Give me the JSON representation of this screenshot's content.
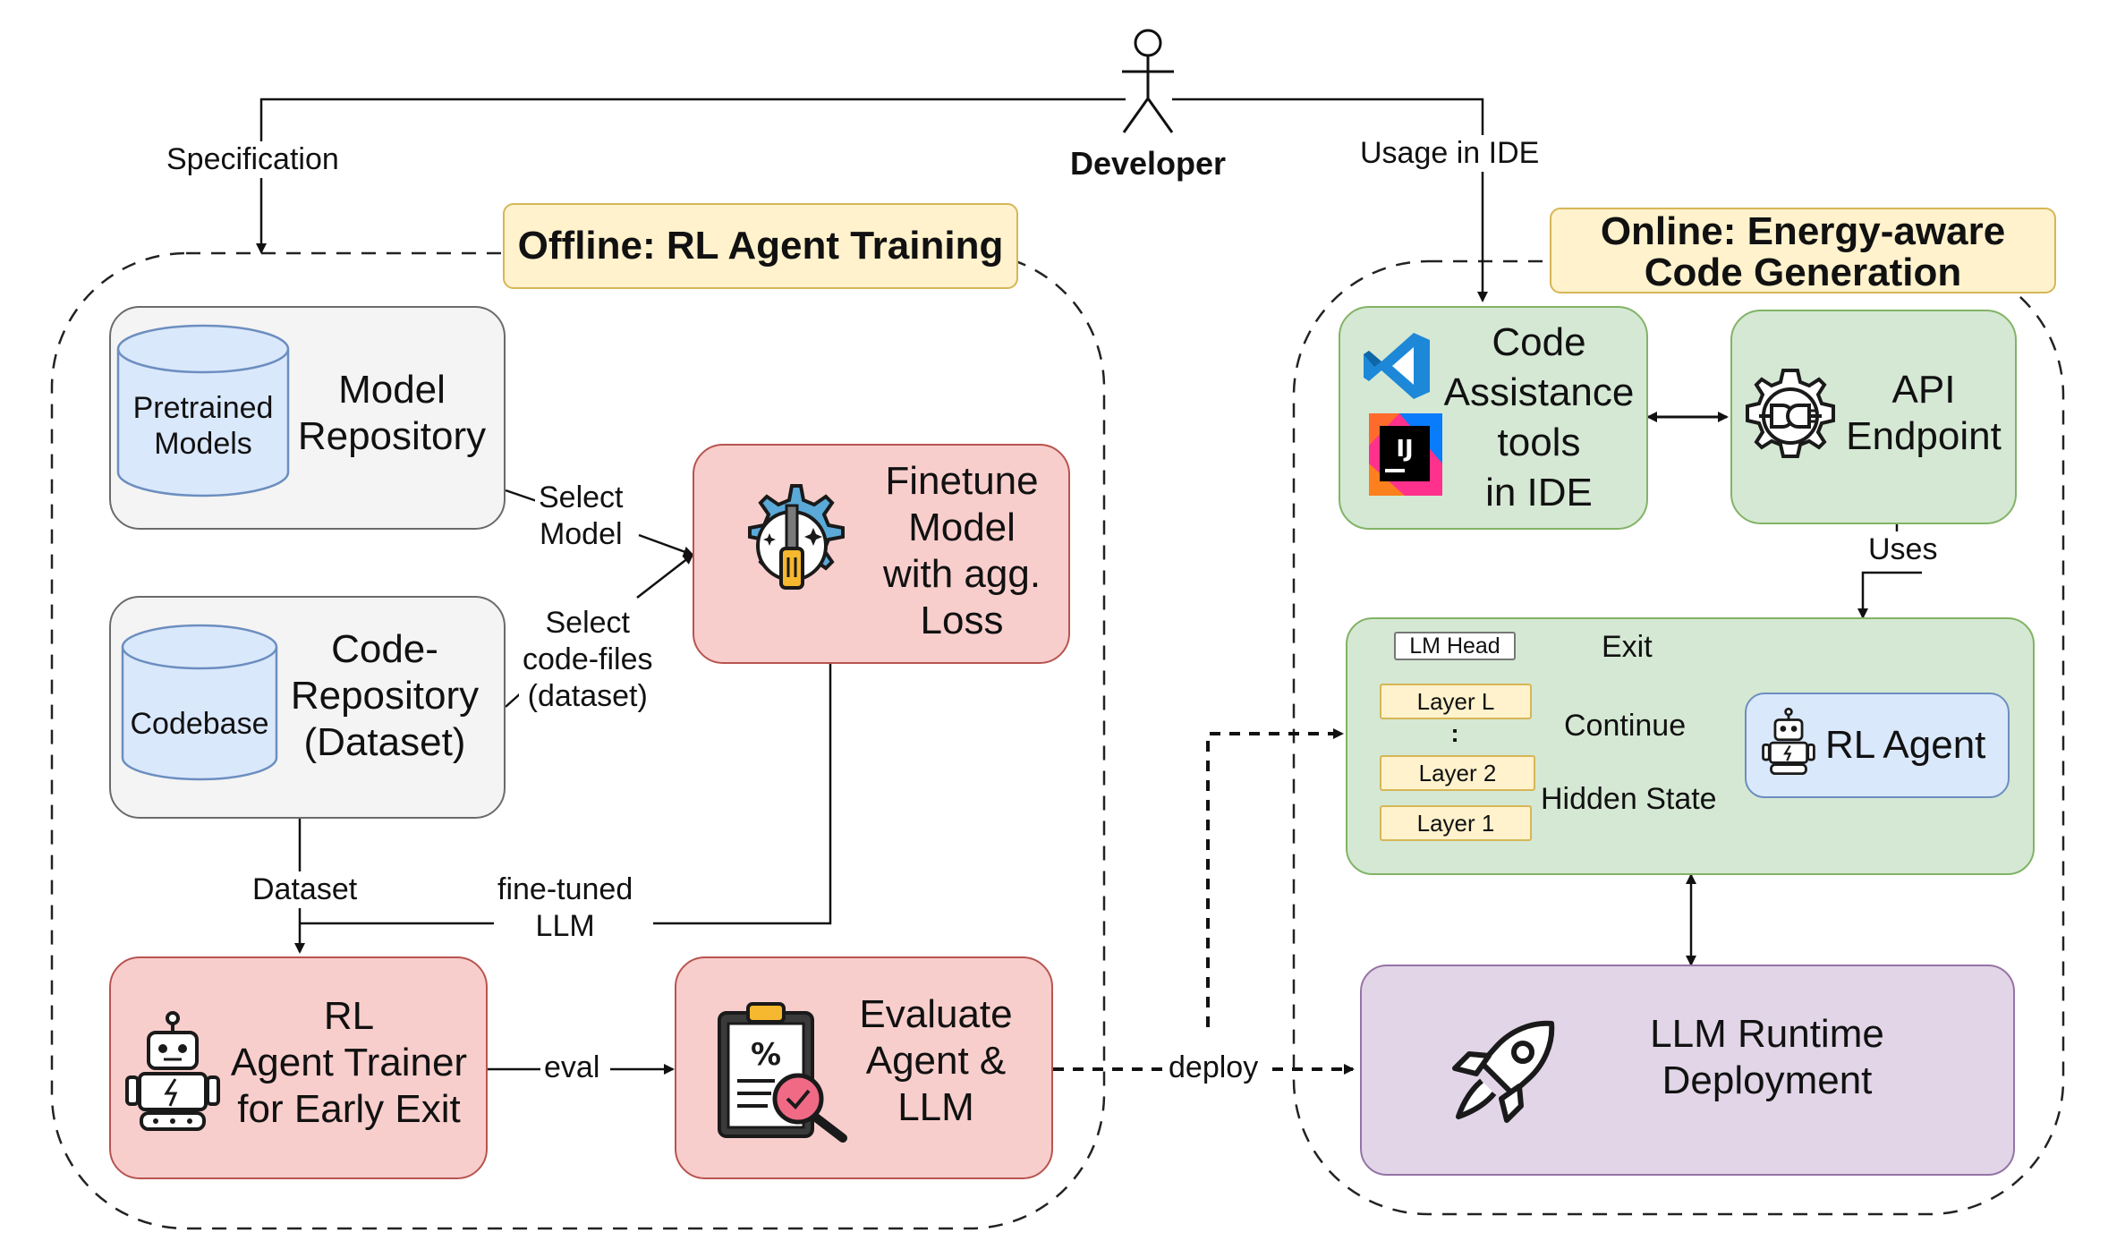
{
  "actor": {
    "label": "Developer"
  },
  "flow_labels": {
    "specification": "Specification",
    "usage_in_ide": "Usage in IDE",
    "select_model": "Select\nModel",
    "select_files": "Select\ncode-files\n(dataset)",
    "dataset": "Dataset",
    "fine_tuned": "fine-tuned\nLLM",
    "eval": "eval",
    "deploy": "deploy",
    "uses": "Uses"
  },
  "offline": {
    "title": "Offline: RL Agent Training",
    "model_repo": {
      "cylinder": "Pretrained\nModels",
      "label": "Model\nRepository"
    },
    "code_repo": {
      "cylinder": "Codebase",
      "label": "Code-\nRepository\n(Dataset)"
    },
    "finetune": {
      "label": "Finetune\nModel\nwith agg.\nLoss"
    },
    "trainer": {
      "label": "RL\nAgent Trainer\nfor Early Exit"
    },
    "evaluate": {
      "label": "Evaluate\nAgent &\nLLM"
    }
  },
  "online": {
    "title": "Online: Energy-aware\nCode Generation",
    "ide_tools": {
      "label": "Code\nAssistance\ntools\nin IDE",
      "badge_text": "IJ"
    },
    "api": {
      "label": "API\nEndpoint"
    },
    "agent_panel": {
      "lm_head": "LM Head",
      "layers": [
        "Layer L",
        ":",
        "Layer 2",
        "Layer 1"
      ],
      "exit": "Exit",
      "continue": "Continue",
      "hidden_state": "Hidden State",
      "rl_agent": "RL Agent"
    },
    "runtime": {
      "label": "LLM Runtime\nDeployment"
    }
  },
  "icons": [
    "actor-icon",
    "database-icon",
    "gear-wrench-icon",
    "robot-icon",
    "clipboard-magnifier-icon",
    "vscode-icon",
    "intellij-icon",
    "api-gear-plug-icon",
    "rocket-icon"
  ],
  "colors": {
    "gray_fill": "#f4f4f4",
    "red_fill": "#f8cecc",
    "green_fill": "#d5e8d4",
    "purple_fill": "#e1d5e7",
    "blue_fill": "#dae8fc",
    "yellow_fill": "#fff2cc"
  }
}
